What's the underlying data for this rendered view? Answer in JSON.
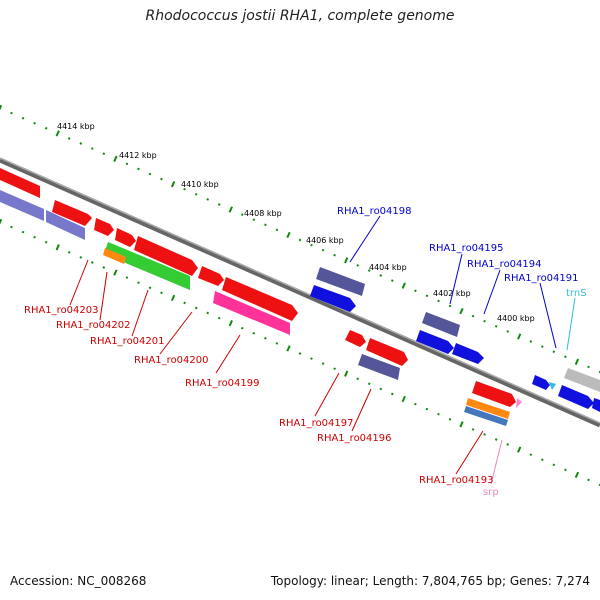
{
  "title": "Rhodococcus jostii RHA1, complete genome",
  "accession": "Accession: NC_008268",
  "summary": "Topology: linear; Length: 7,804,765 bp; Genes: 7,274",
  "scale_labels": [
    "4414 kbp",
    "4412 kbp",
    "4410 kbp",
    "4408 kbp",
    "4406 kbp",
    "4404 kbp",
    "4402 kbp",
    "4400 kbp"
  ],
  "gene_labels": [
    {
      "text": "RHA1_ro04203",
      "color": "#cc0000"
    },
    {
      "text": "RHA1_ro04202",
      "color": "#cc0000"
    },
    {
      "text": "RHA1_ro04201",
      "color": "#cc0000"
    },
    {
      "text": "RHA1_ro04200",
      "color": "#cc0000"
    },
    {
      "text": "RHA1_ro04199",
      "color": "#cc0000"
    },
    {
      "text": "RHA1_ro04197",
      "color": "#cc0000"
    },
    {
      "text": "RHA1_ro04196",
      "color": "#cc0000"
    },
    {
      "text": "RHA1_ro04193",
      "color": "#cc0000"
    },
    {
      "text": "srp",
      "color": "#ee88bb"
    },
    {
      "text": "RHA1_ro04198",
      "color": "#0000cc"
    },
    {
      "text": "RHA1_ro04195",
      "color": "#0000cc"
    },
    {
      "text": "RHA1_ro04194",
      "color": "#0000cc"
    },
    {
      "text": "RHA1_ro04191",
      "color": "#0000cc"
    },
    {
      "text": "trnS",
      "color": "#33bbdd"
    }
  ],
  "colors": {
    "cds_red": "#ee1111",
    "cds_blue": "#1111dd",
    "cds_purple": "#555599",
    "cds_green": "#33cc33",
    "cds_orange": "#ff8811",
    "cds_pink": "#ff3399",
    "cds_lavender": "#7777cc",
    "cds_steel": "#4477bb",
    "rrna_grey": "#bbbbbb",
    "tick_green": "#118811",
    "backbone": "#777777"
  }
}
